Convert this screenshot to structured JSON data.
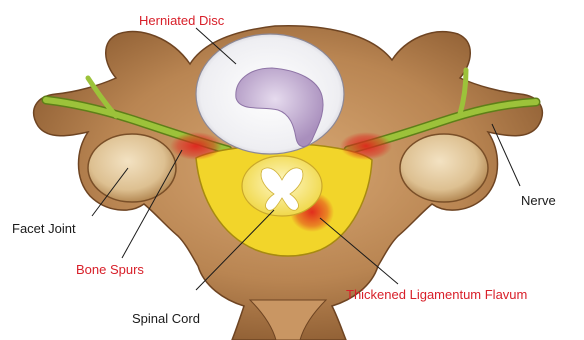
{
  "labels": {
    "herniated_disc": "Herniated Disc",
    "nerve": "Nerve",
    "facet_joint": "Facet Joint",
    "bone_spurs": "Bone Spurs",
    "spinal_cord": "Spinal Cord",
    "thickened_ligamentum_flavum": "Thickened Ligamentum Flavum"
  },
  "colors": {
    "label_red": "#d8202a",
    "label_dark": "#1a1a1a",
    "bone": "#b98552",
    "bone_shadow": "#8a5a30",
    "disc_outer": "#f4f4f6",
    "disc_nucleus": "#c9b6d6",
    "nerve": "#9cc23a",
    "ligament": "#f2d52a",
    "inflammation": "#e0241c"
  }
}
